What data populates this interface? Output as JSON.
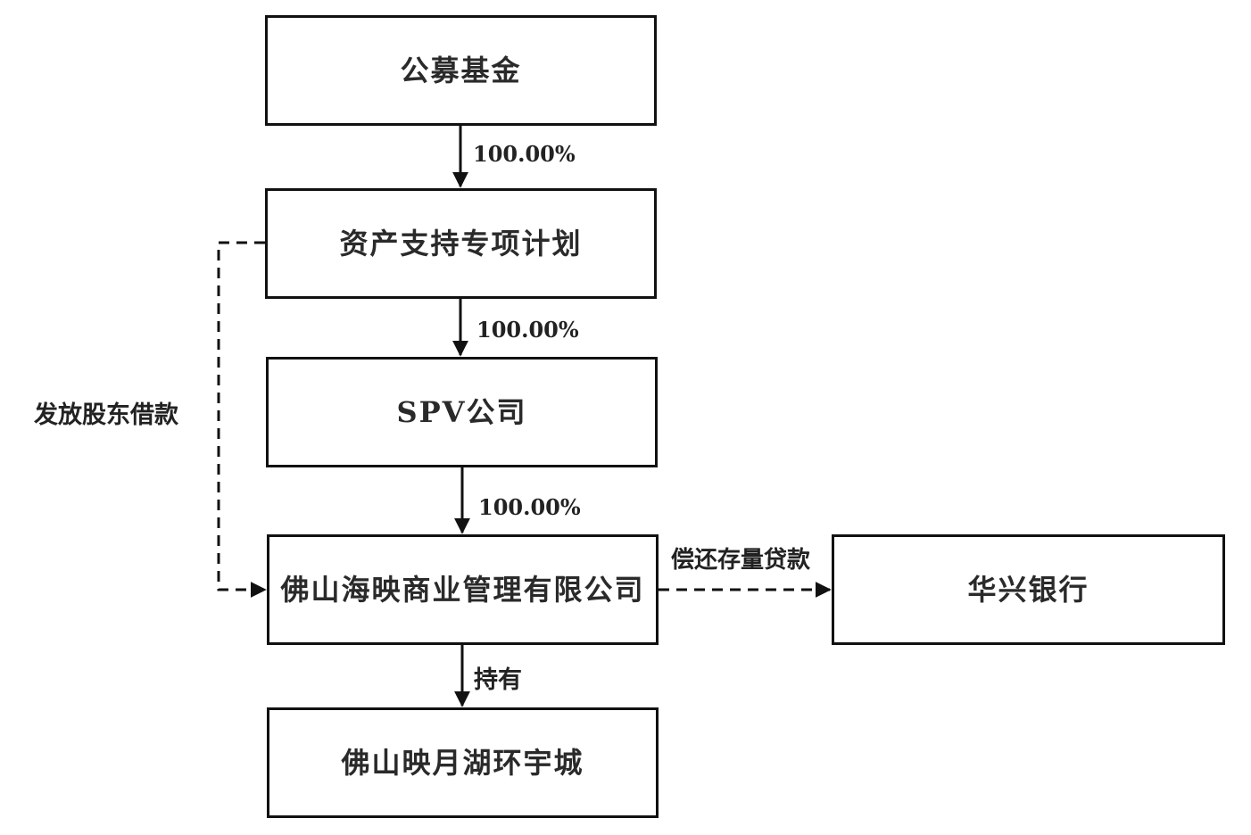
{
  "nodes": {
    "fund": "公募基金",
    "abs_plan": "资产支持专项计划",
    "spv": "SPV公司",
    "mgmt_company": "佛山海映商业管理有限公司",
    "property": "佛山映月湖环宇城",
    "bank": "华兴银行"
  },
  "edges": {
    "fund_to_abs": "100.00%",
    "abs_to_spv": "100.00%",
    "spv_to_mgmt": "100.00%",
    "mgmt_to_property": "持有",
    "abs_to_mgmt_loan": "发放股东借款",
    "mgmt_to_bank_repay": "偿还存量贷款"
  }
}
